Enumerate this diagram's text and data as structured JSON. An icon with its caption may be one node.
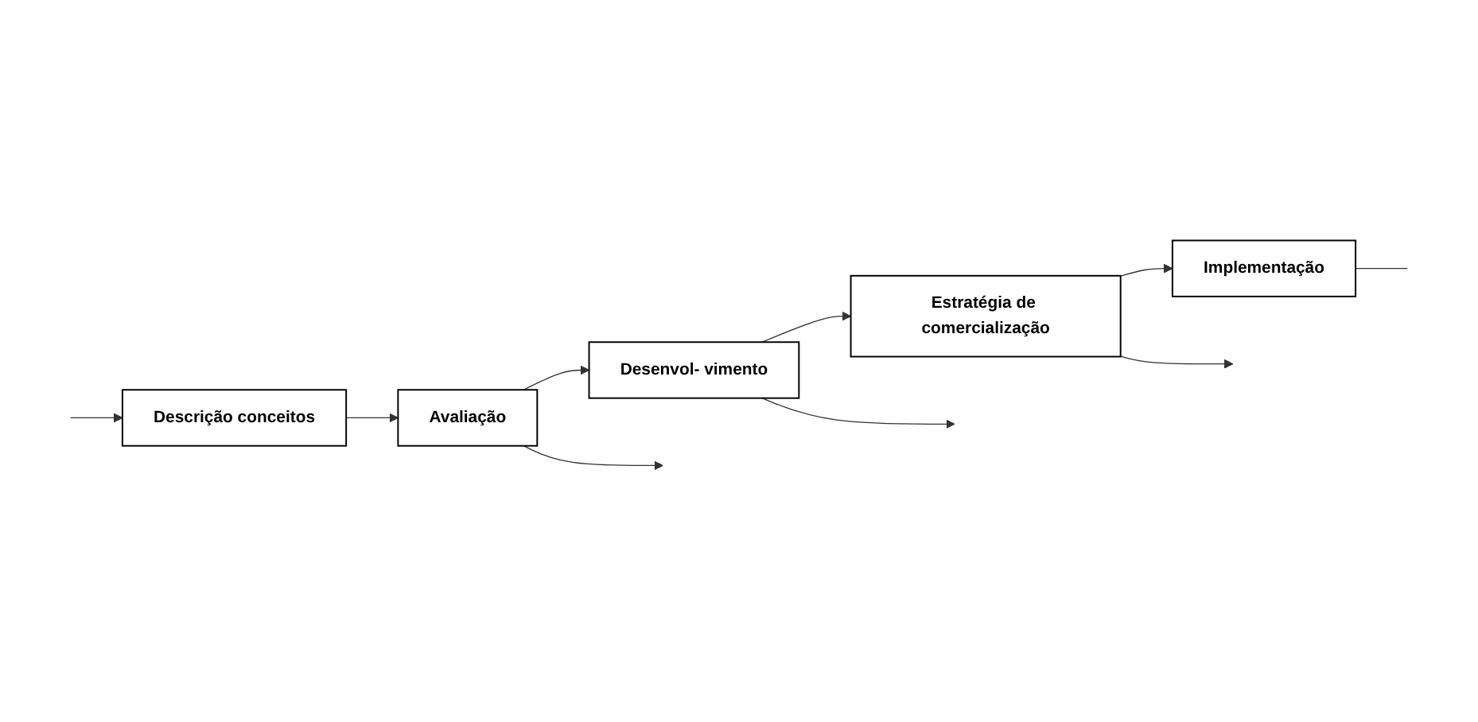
{
  "diagram": {
    "nodes": [
      {
        "text": [
          "Descrição conceitos"
        ]
      },
      {
        "text": [
          "Avaliação"
        ]
      },
      {
        "text": [
          "Desenvol- vimento"
        ]
      },
      {
        "text": [
          "Estratégia de comercialização"
        ]
      },
      {
        "text": [
          "Implementação"
        ]
      }
    ],
    "edges": [
      {
        "from": 0,
        "to": 1,
        "arrow": "to"
      },
      {
        "from": 1,
        "to": 2,
        "arrow": "to"
      },
      {
        "from": 2,
        "to": 3,
        "arrow": "to"
      },
      {
        "from": 3,
        "to": 4,
        "arrow": "to"
      },
      {
        "from": null,
        "to": 0,
        "arrow": "to"
      },
      {
        "from": 1,
        "to": null,
        "arrow": "to"
      },
      {
        "from": 2,
        "to": null,
        "arrow": "to"
      },
      {
        "from": 3,
        "to": null,
        "arrow": "to"
      },
      {
        "from": 4,
        "to": null,
        "arrow": "none"
      }
    ]
  }
}
